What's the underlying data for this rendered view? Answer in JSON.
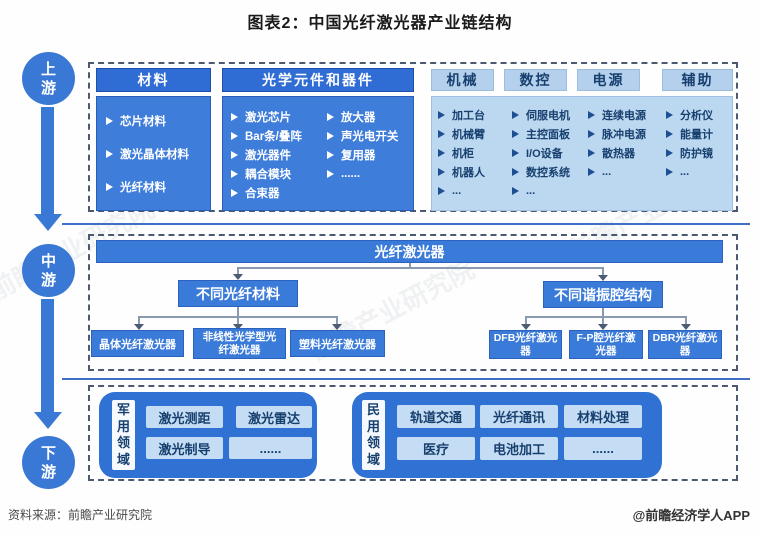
{
  "title": "图表2：中国光纤激光器产业链结构",
  "rail": {
    "upstream": "上游",
    "midstream": "中游",
    "downstream": "下游"
  },
  "upstream": {
    "materials": {
      "header": "材料",
      "items": [
        "芯片材料",
        "激光晶体材料",
        "光纤材料"
      ]
    },
    "optics": {
      "header": "光学元件和器件",
      "col1": [
        "激光芯片",
        "Bar条/叠阵",
        "激光器件",
        "耦合模块",
        "合束器"
      ],
      "col2": [
        "放大器",
        "声光电开关",
        "复用器",
        "......"
      ]
    },
    "equipment": {
      "columns": [
        {
          "header": "机械",
          "items": [
            "加工台",
            "机械臂",
            "机柜",
            "机器人",
            "..."
          ]
        },
        {
          "header": "数控",
          "items": [
            "伺服电机",
            "主控面板",
            "I/O设备",
            "数控系统",
            "..."
          ]
        },
        {
          "header": "电源",
          "items": [
            "连续电源",
            "脉冲电源",
            "散热器",
            "..."
          ]
        },
        {
          "header": "辅助",
          "items": [
            "分析仪",
            "能量计",
            "防护镜",
            "..."
          ]
        }
      ]
    }
  },
  "midstream": {
    "root": "光纤激光器",
    "branches": [
      {
        "label": "不同光纤材料",
        "children": [
          "晶体光纤激光器",
          "非线性光学型光纤激光器",
          "塑料光纤激光器"
        ]
      },
      {
        "label": "不同谐振腔结构",
        "children": [
          "DFB光纤激光器",
          "F-P腔光纤激光器",
          "DBR光纤激光器"
        ]
      }
    ]
  },
  "downstream": {
    "military": {
      "label": "军用领域",
      "items": [
        "激光测距",
        "激光雷达",
        "激光制导",
        "......"
      ]
    },
    "civil": {
      "label": "民用领域",
      "items": [
        "轨道交通",
        "光纤通讯",
        "材料处理",
        "医疗",
        "电池加工",
        "......"
      ]
    }
  },
  "footer": {
    "source": "资料来源：前瞻产业研究院",
    "brand": "@前瞻经济学人APP"
  },
  "watermark": "前瞻产业研究院",
  "colors": {
    "blue": "#3a78d6",
    "header_blue": "#2f6cd4",
    "panel_blue": "#3f7ddb",
    "light_panel": "#bcd7f0",
    "light_header": "#b5d0ec",
    "navy_text": "#17406f",
    "bottom_panel": "#2f72d3",
    "item_light": "#c5ddf4"
  }
}
